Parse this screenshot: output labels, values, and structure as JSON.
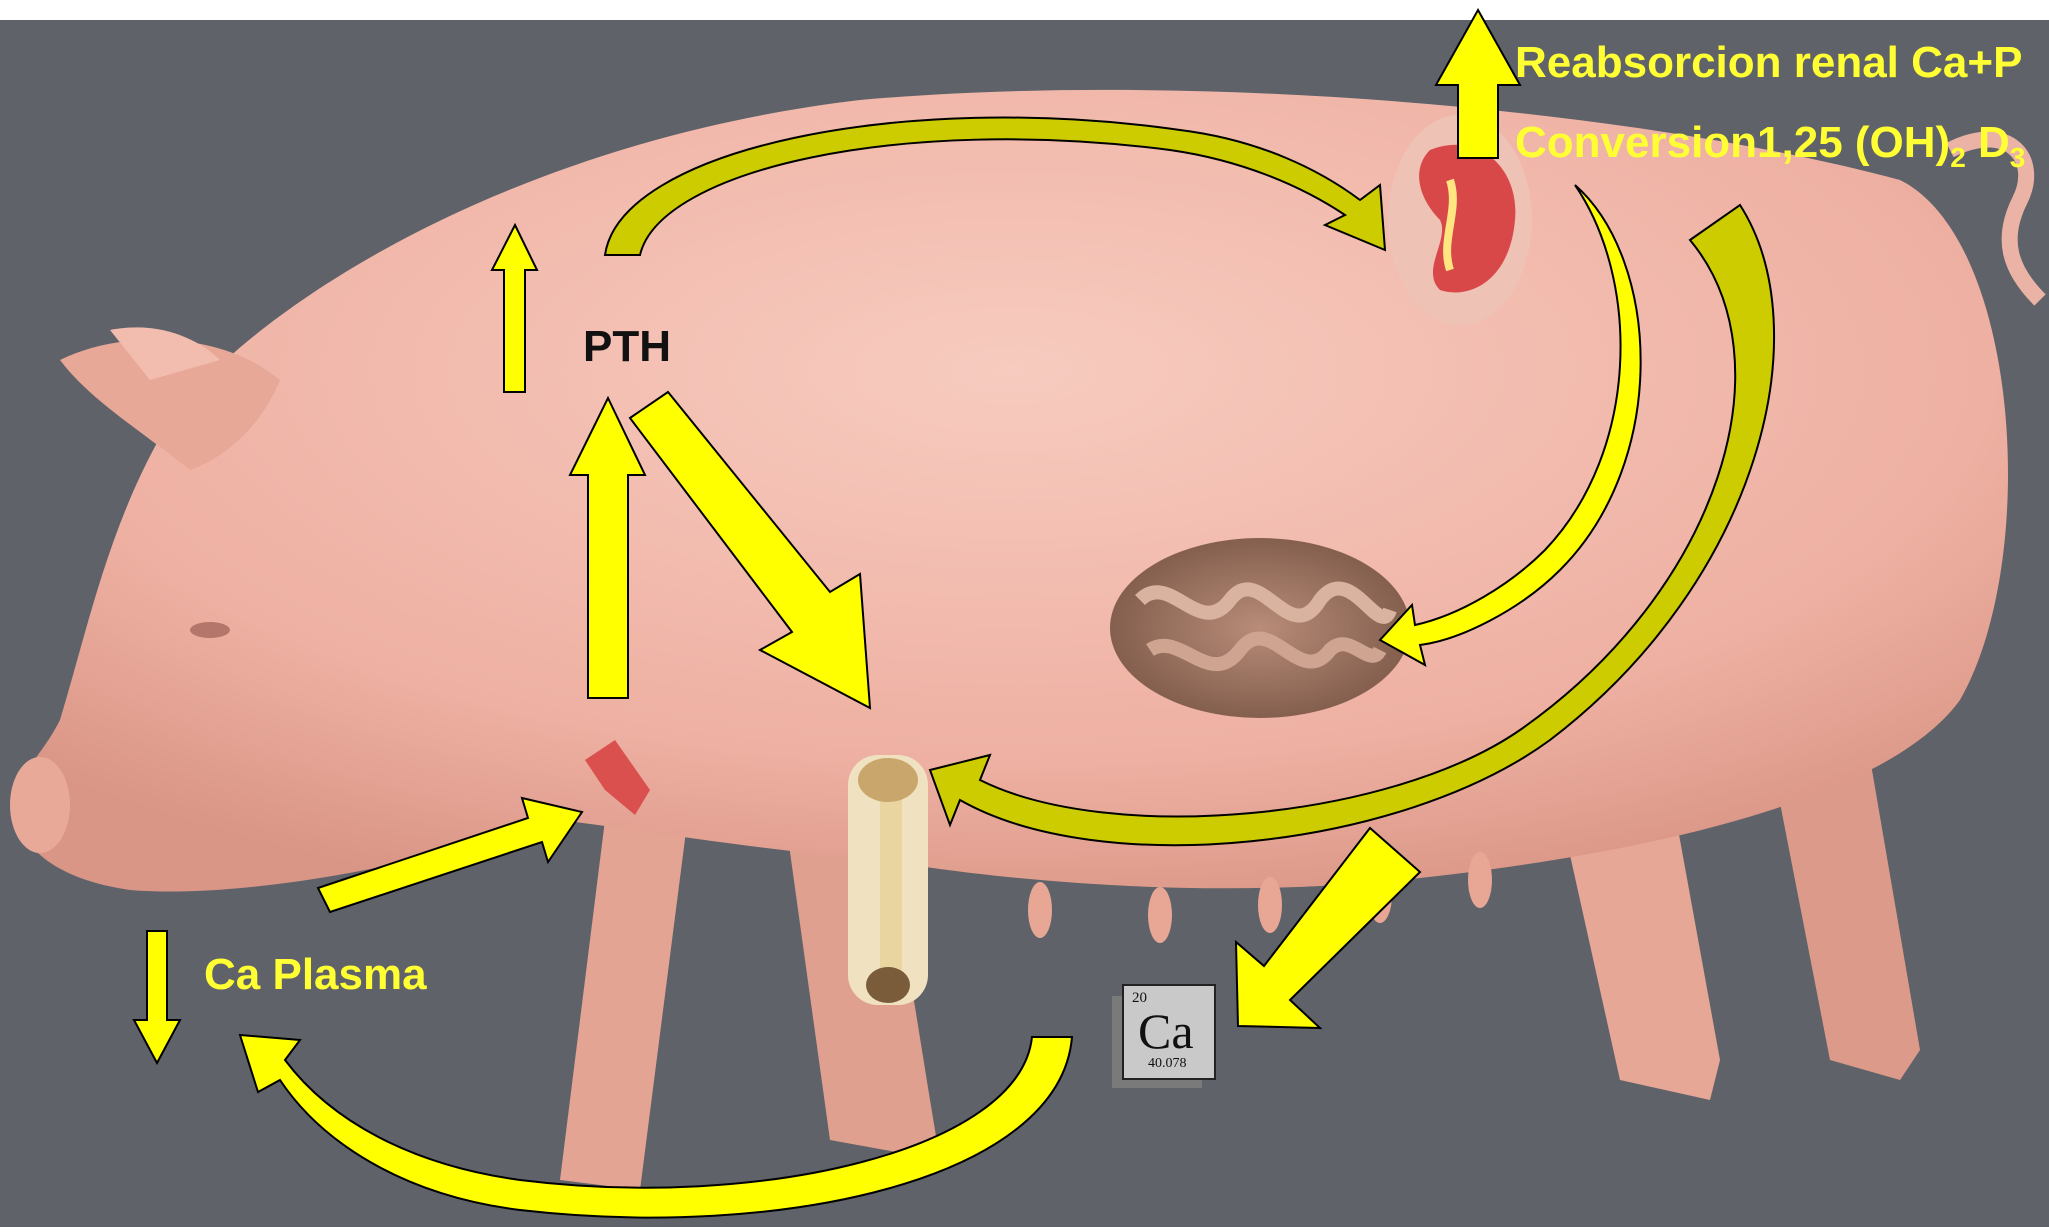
{
  "labels": {
    "renal_reabsorption": "Reabsorcion renal Ca+P",
    "conversion_prefix": "Conversion1,25 (OH)",
    "conversion_sub1": "2",
    "conversion_mid": " D",
    "conversion_sub2": "3",
    "pth": "PTH",
    "ca_plasma": "Ca Plasma"
  },
  "element_tile": {
    "atomic_number": "20",
    "symbol": "Ca",
    "atomic_mass": "40.078"
  },
  "colors": {
    "background": "#5f6268",
    "pig_body": "#f0b5aa",
    "arrow_fill": "#ffff00",
    "arrow_shade": "#c8c800",
    "label_yellow": "#ffff33",
    "label_dark": "#111111"
  }
}
